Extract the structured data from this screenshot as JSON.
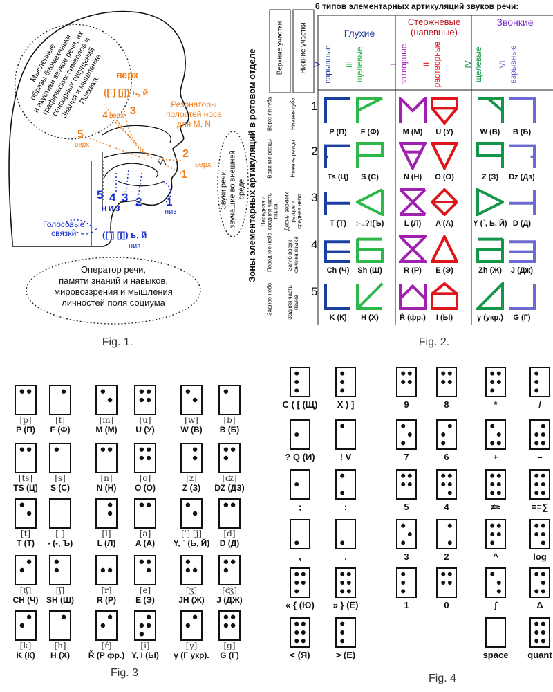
{
  "fig1": {
    "caption": "Fig. 1.",
    "thought_bubble": [
      "Мысленные",
      "образы биомеханики",
      "и акустики звуков речи, их",
      "графических символов и",
      "сенсорных ощущений.",
      "Знания и мышление.",
      "Психика."
    ],
    "verkh_top": "верх",
    "verkh_bracket": "([ʾ] [j]) ь, й",
    "resonators": [
      "Резонаторы",
      "полостей носа",
      "для М, N"
    ],
    "verkh_small": "верх",
    "sounds_bubble": [
      "Звуки речи,",
      "звучащие во внешней",
      "среде"
    ],
    "niz": "низ",
    "niz_small": "низ",
    "niz_bracket": "([ʾ] [j]) ь, й",
    "niz_bottom": "низ",
    "vocal": [
      "Голосовые",
      "связки"
    ],
    "operator": [
      "Оператор речи,",
      "памяти знаний и навыков,",
      "мировоззрения и мышления",
      "личностей поля социума"
    ],
    "orange_nums": [
      "1",
      "2",
      "3",
      "4",
      "5"
    ],
    "blue_nums": [
      "1",
      "2",
      "3",
      "4",
      "5"
    ]
  },
  "fig2": {
    "caption": "Fig. 2.",
    "title": "6 типов элементарных артикуляций звуков речи:",
    "vertical_title": "Зоны элементарных артикуляций в ротовом отделе",
    "upper_zone": "Верхние участки",
    "lower_zone": "Нижние участки",
    "groups": [
      {
        "name": "Глухие",
        "color": "#1a3fa0"
      },
      {
        "name": "Стержневые (напевные)",
        "color": "#c0141b"
      },
      {
        "name": "Звонкие",
        "color": "#7a2fd0"
      }
    ],
    "types": [
      {
        "num": "V",
        "word": "взрывные",
        "color": "#1a3fa0"
      },
      {
        "num": "III",
        "word": "щелевые",
        "color": "#2fb84a"
      },
      {
        "num": "I",
        "word": "затворные",
        "color": "#a020b0"
      },
      {
        "num": "II",
        "word": "растворные",
        "color": "#e0141b"
      },
      {
        "num": "IV",
        "word": "щелевые",
        "color": "#13964a"
      },
      {
        "num": "VI",
        "word": "взрывные",
        "color": "#6a6ad0"
      }
    ],
    "zones": [
      {
        "num": "1",
        "upper": "Верхняя губа",
        "lower": "Нижняя губа"
      },
      {
        "num": "2",
        "upper": "Верхние резцы",
        "lower": "Нижние резцы"
      },
      {
        "num": "3",
        "upper": "Передняя и средняя часть языка",
        "lower": "Десны верхних резцов и среднее небо"
      },
      {
        "num": "4",
        "upper": "Переднее небо",
        "lower": "Загиб вверх кончика языка"
      },
      {
        "num": "5",
        "upper": "Заднее небо",
        "lower": "Задняя часть языка"
      }
    ],
    "rows": [
      [
        "P (П)",
        "F (Ф)",
        "M (М)",
        "U (У)",
        "W (В)",
        "B (Б)"
      ],
      [
        "Ts (Ц)",
        "S (С)",
        "N (Н)",
        "O (О)",
        "Z (З)",
        "Dz (Дз)"
      ],
      [
        "T (Т)",
        ":-,.?!(Ъ)",
        "L (Л)",
        "A (А)",
        "Y (ʾ, Ь, Й)",
        "D (Д)"
      ],
      [
        "Ch (Ч)",
        "Sh (Ш)",
        "R (Р)",
        "E (Э)",
        "Zh (Ж)",
        "J (Дж)"
      ],
      [
        "K (К)",
        "H (Х)",
        "Ř (фр.)",
        "I (Ы)",
        "γ (укр.)",
        "G (Г)"
      ]
    ]
  },
  "fig3": {
    "caption": "Fig. 3",
    "cells": [
      [
        {
          "ipa": "[p]",
          "lbl": "P (П)",
          "dots": [
            1,
            4
          ]
        },
        {
          "ipa": "[f]",
          "lbl": "F (Ф)",
          "dots": [
            4
          ]
        },
        {
          "ipa": "[m]",
          "lbl": "M (М)",
          "dots": [
            1,
            5
          ]
        },
        {
          "ipa": "[u]",
          "lbl": "U (У)",
          "dots": [
            1,
            2,
            4,
            5
          ]
        },
        {
          "ipa": "[w]",
          "lbl": "W (В)",
          "dots": [
            1,
            5
          ]
        },
        {
          "ipa": "[b]",
          "lbl": "B (Б)",
          "dots": [
            1
          ]
        }
      ],
      [
        {
          "ipa": "[ts]",
          "lbl": "TS (Ц)",
          "dots": [
            1,
            4
          ]
        },
        {
          "ipa": "[s]",
          "lbl": "S (С)",
          "dots": [
            1
          ]
        },
        {
          "ipa": "[n]",
          "lbl": "N (Н)",
          "dots": [
            1,
            4
          ]
        },
        {
          "ipa": "[o]",
          "lbl": "O (О)",
          "dots": [
            1,
            2,
            4,
            5
          ]
        },
        {
          "ipa": "[z]",
          "lbl": "Z (З)",
          "dots": [
            4,
            5
          ]
        },
        {
          "ipa": "[ʣ]",
          "lbl": "DZ (ДЗ)",
          "dots": [
            1,
            2,
            4
          ]
        }
      ],
      [
        {
          "ipa": "[t]",
          "lbl": "T (Т)",
          "dots": [
            1,
            5
          ]
        },
        {
          "ipa": "[-]",
          "lbl": "- (-, Ъ)",
          "dots": []
        },
        {
          "ipa": "[l]",
          "lbl": "L (Л)",
          "dots": [
            4,
            5
          ]
        },
        {
          "ipa": "[a]",
          "lbl": "A (А)",
          "dots": [
            1,
            4
          ]
        },
        {
          "ipa": "[ʾ] [j]",
          "lbl": "Y, ʿ (Ь, Й)",
          "dots": [
            1,
            5
          ]
        },
        {
          "ipa": "[d]",
          "lbl": "D (Д)",
          "dots": [
            1,
            4
          ]
        }
      ],
      [
        {
          "ipa": "[ʧ]",
          "lbl": "CH (Ч)",
          "dots": [
            2,
            4
          ]
        },
        {
          "ipa": "[ʃ]",
          "lbl": "SH (Ш)",
          "dots": [
            1,
            2
          ]
        },
        {
          "ipa": "[r]",
          "lbl": "R (Р)",
          "dots": [
            2,
            5
          ]
        },
        {
          "ipa": "[e]",
          "lbl": "E (Э)",
          "dots": [
            1,
            4,
            5
          ]
        },
        {
          "ipa": "[ʒ]",
          "lbl": "JH (Ж)",
          "dots": [
            1,
            2,
            5
          ]
        },
        {
          "ipa": "[ʤ]",
          "lbl": "J (ДЖ)",
          "dots": [
            1,
            2,
            4
          ]
        }
      ],
      [
        {
          "ipa": "[k]",
          "lbl": "K (К)",
          "dots": [
            2,
            4
          ]
        },
        {
          "ipa": "[h]",
          "lbl": "H (Х)",
          "dots": [
            4
          ]
        },
        {
          "ipa": "[ř]",
          "lbl": "Ř (Р фр.)",
          "dots": [
            4,
            2
          ]
        },
        {
          "ipa": "[ɨ]",
          "lbl": "Y, I (Ы)",
          "dots": [
            4,
            2,
            5,
            3
          ]
        },
        {
          "ipa": "[γ]",
          "lbl": "γ (Г укр).",
          "dots": [
            2,
            4
          ]
        },
        {
          "ipa": "[g]",
          "lbl": "G (Г)",
          "dots": [
            1,
            4,
            2,
            5
          ]
        }
      ]
    ]
  },
  "fig4": {
    "caption": "Fig. 4",
    "cells": [
      {
        "lbl": "C ( [ (Щ)",
        "dots": [
          1,
          2,
          3
        ],
        "col": 0,
        "row": 0
      },
      {
        "lbl": "X ) ]",
        "dots": [
          1,
          2,
          3
        ],
        "col": 1,
        "row": 0
      },
      {
        "lbl": "? Q (И)",
        "dots": [
          2
        ],
        "col": 0,
        "row": 1
      },
      {
        "lbl": "! V",
        "dots": [
          1
        ],
        "col": 1,
        "row": 1
      },
      {
        "lbl": ";",
        "dots": [
          2
        ],
        "col": 0,
        "row": 2
      },
      {
        "lbl": ":",
        "dots": [
          1,
          3
        ],
        "col": 1,
        "row": 2
      },
      {
        "lbl": ",",
        "dots": [
          3
        ],
        "col": 0,
        "row": 3
      },
      {
        "lbl": ".",
        "dots": [
          3
        ],
        "col": 1,
        "row": 3
      },
      {
        "lbl": "« { (Ю)",
        "dots": [
          1,
          4,
          2,
          5,
          3
        ],
        "col": 0,
        "row": 4
      },
      {
        "lbl": "» } (Ё)",
        "dots": [
          1,
          4,
          2,
          5,
          3,
          6
        ],
        "col": 1,
        "row": 4
      },
      {
        "lbl": "< (Я)",
        "dots": [
          1,
          4,
          2,
          5,
          3,
          6
        ],
        "col": 0,
        "row": 5
      },
      {
        "lbl": "> (Е)",
        "dots": [
          1,
          2,
          3
        ],
        "col": 1,
        "row": 5
      },
      {
        "lbl": "9",
        "dots": [
          1,
          4,
          2,
          5
        ],
        "col": 2,
        "row": 0
      },
      {
        "lbl": "8",
        "dots": [
          1,
          4,
          2,
          5
        ],
        "col": 3,
        "row": 0
      },
      {
        "lbl": "7",
        "dots": [
          1,
          5,
          3
        ],
        "col": 2,
        "row": 1
      },
      {
        "lbl": "6",
        "dots": [
          4,
          2,
          3
        ],
        "col": 3,
        "row": 1
      },
      {
        "lbl": "5",
        "dots": [
          1,
          4,
          2,
          5
        ],
        "col": 2,
        "row": 2
      },
      {
        "lbl": "4",
        "dots": [
          1,
          4,
          2,
          5,
          6
        ],
        "col": 3,
        "row": 2
      },
      {
        "lbl": "3",
        "dots": [
          1,
          5,
          3
        ],
        "col": 2,
        "row": 3
      },
      {
        "lbl": "2",
        "dots": [
          4,
          6
        ],
        "col": 3,
        "row": 3
      },
      {
        "lbl": "1",
        "dots": [
          1,
          2,
          3
        ],
        "col": 2,
        "row": 4
      },
      {
        "lbl": "0",
        "dots": [
          1,
          4,
          2,
          5
        ],
        "col": 3,
        "row": 4
      },
      {
        "lbl": "*",
        "dots": [
          1,
          4,
          2,
          5,
          3
        ],
        "col": 4,
        "row": 0
      },
      {
        "lbl": "/",
        "dots": [
          1,
          2,
          3
        ],
        "col": 5,
        "row": 0
      },
      {
        "lbl": "+",
        "dots": [
          1,
          5,
          3,
          6
        ],
        "col": 4,
        "row": 1
      },
      {
        "lbl": "–",
        "dots": [
          4,
          2,
          5,
          3,
          6
        ],
        "col": 5,
        "row": 1
      },
      {
        "lbl": "≠≈",
        "dots": [
          1,
          4,
          2,
          5,
          3,
          6
        ],
        "col": 4,
        "row": 2
      },
      {
        "lbl": "=≡∑",
        "dots": [
          1,
          4,
          2,
          5,
          3,
          6
        ],
        "col": 5,
        "row": 2
      },
      {
        "lbl": "^",
        "dots": [
          1,
          4,
          2,
          5,
          3
        ],
        "col": 4,
        "row": 3
      },
      {
        "lbl": "log",
        "dots": [
          1,
          4,
          2,
          5,
          6
        ],
        "col": 5,
        "row": 3
      },
      {
        "lbl": "∫",
        "dots": [
          1,
          5,
          6
        ],
        "col": 4,
        "row": 4
      },
      {
        "lbl": "Δ",
        "dots": [
          1,
          4,
          5,
          3,
          6
        ],
        "col": 5,
        "row": 4
      },
      {
        "lbl": "space",
        "dots": [],
        "col": 4,
        "row": 5
      },
      {
        "lbl": "quant",
        "dots": [
          1,
          4,
          2,
          5,
          3,
          6
        ],
        "col": 5,
        "row": 5
      }
    ]
  }
}
